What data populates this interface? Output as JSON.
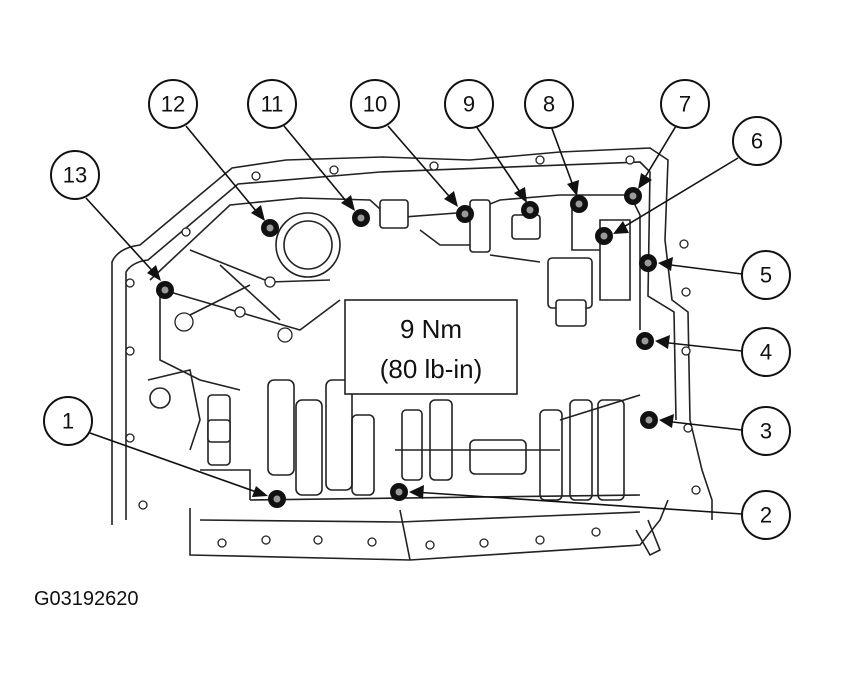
{
  "torque_spec": {
    "line1": "9 Nm",
    "line2": "(80 lb-in)"
  },
  "figure_id": "G03192620",
  "callouts": [
    "1",
    "2",
    "3",
    "4",
    "5",
    "6",
    "7",
    "8",
    "9",
    "10",
    "11",
    "12",
    "13"
  ]
}
